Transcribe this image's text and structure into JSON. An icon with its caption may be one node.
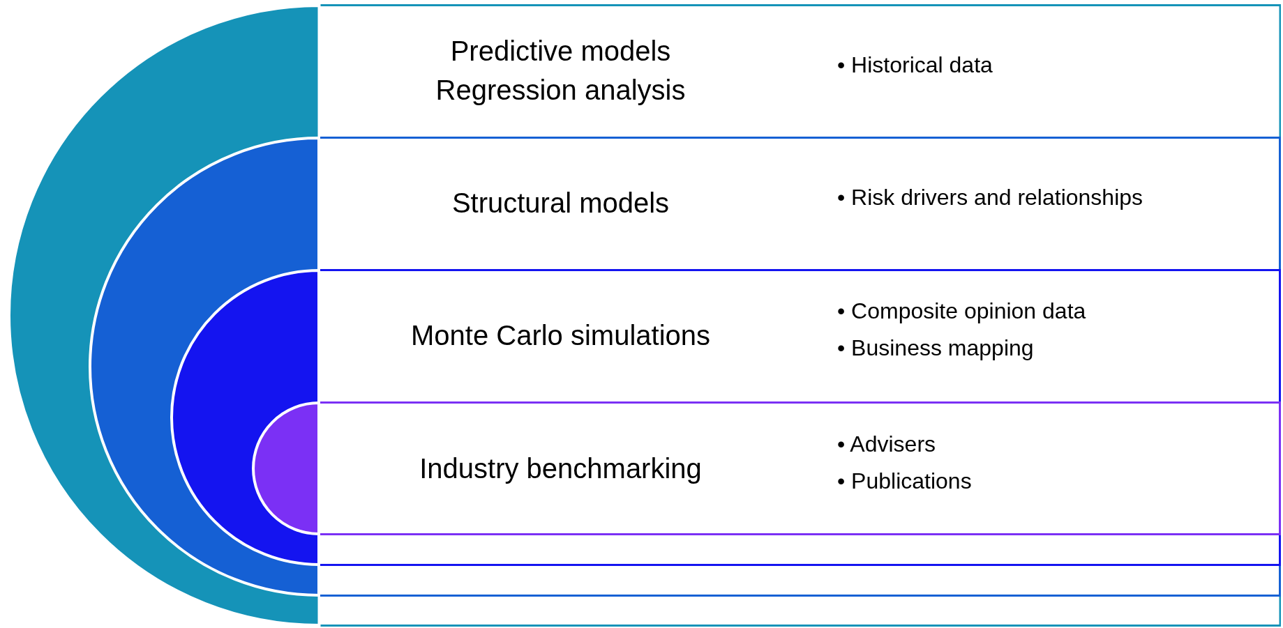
{
  "diagram": {
    "nodes": [
      {
        "text": [
          "Predictive models Regression analysis",
          "• Historical data"
        ]
      },
      {
        "text": [
          "Structural models",
          "• Risk drivers and relationships"
        ],
        "in": 0
      },
      {
        "text": [
          "Monte Carlo simulations",
          "• Composite opinion data",
          "• Business mapping"
        ],
        "in": 1
      },
      {
        "text": [
          "Industry benchmarking",
          "• Advisers",
          "• Publications"
        ],
        "in": 2
      }
    ]
  }
}
